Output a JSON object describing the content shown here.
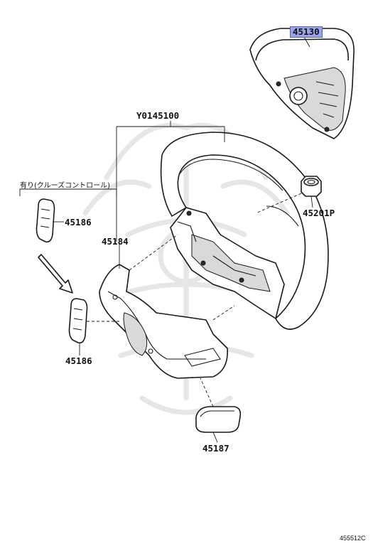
{
  "labels": {
    "p45130": "45130",
    "y0145100": "Y0145100",
    "p45201p": "45201P",
    "p45186_top": "45186",
    "p45184": "45184",
    "p45186_bottom": "45186",
    "p45187": "45187"
  },
  "note_cruise": "有り(クルーズコントロール)",
  "diagram_code": "455512C",
  "colors": {
    "highlight": "#9aa3e6",
    "line": "#1a1a1a"
  }
}
